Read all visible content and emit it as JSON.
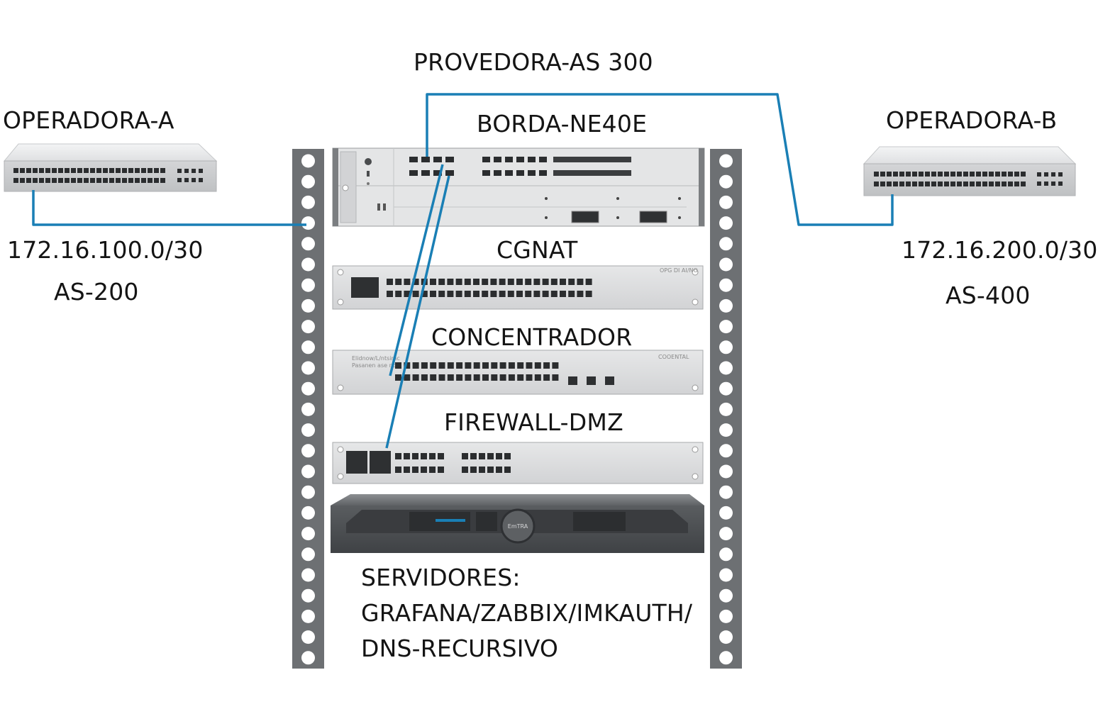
{
  "labels": {
    "provider": "PROVEDORA-AS 300",
    "operator_a": "OPERADORA-A",
    "operator_b": "OPERADORA-B",
    "edge": "BORDA-NE40E",
    "cgnat": "CGNAT",
    "concentrator": "CONCENTRADOR",
    "firewall": "FIREWALL-DMZ",
    "servers_line1": "SERVIDORES:",
    "servers_line2": "GRAFANA/ZABBIX/IMKAUTH/",
    "servers_line3": "DNS-RECURSIVO"
  },
  "links": {
    "a_subnet": "172.16.100.0/30",
    "a_as": "AS-200",
    "b_subnet": "172.16.200.0/30",
    "b_as": "AS-400"
  },
  "device_text": {
    "cgnat_tag": "OPG DI AI/NO",
    "conc_text1": "Elidnow/L/ntsimc",
    "conc_text2": "Pasanen ase nd",
    "conc_tag": "COOENTAL",
    "server_badge": "EmTRA"
  },
  "colors": {
    "cable": "#1a7fb5",
    "rack_post": "#6d7073",
    "device_face": "#d9dadb",
    "server_body": "#54575a"
  }
}
